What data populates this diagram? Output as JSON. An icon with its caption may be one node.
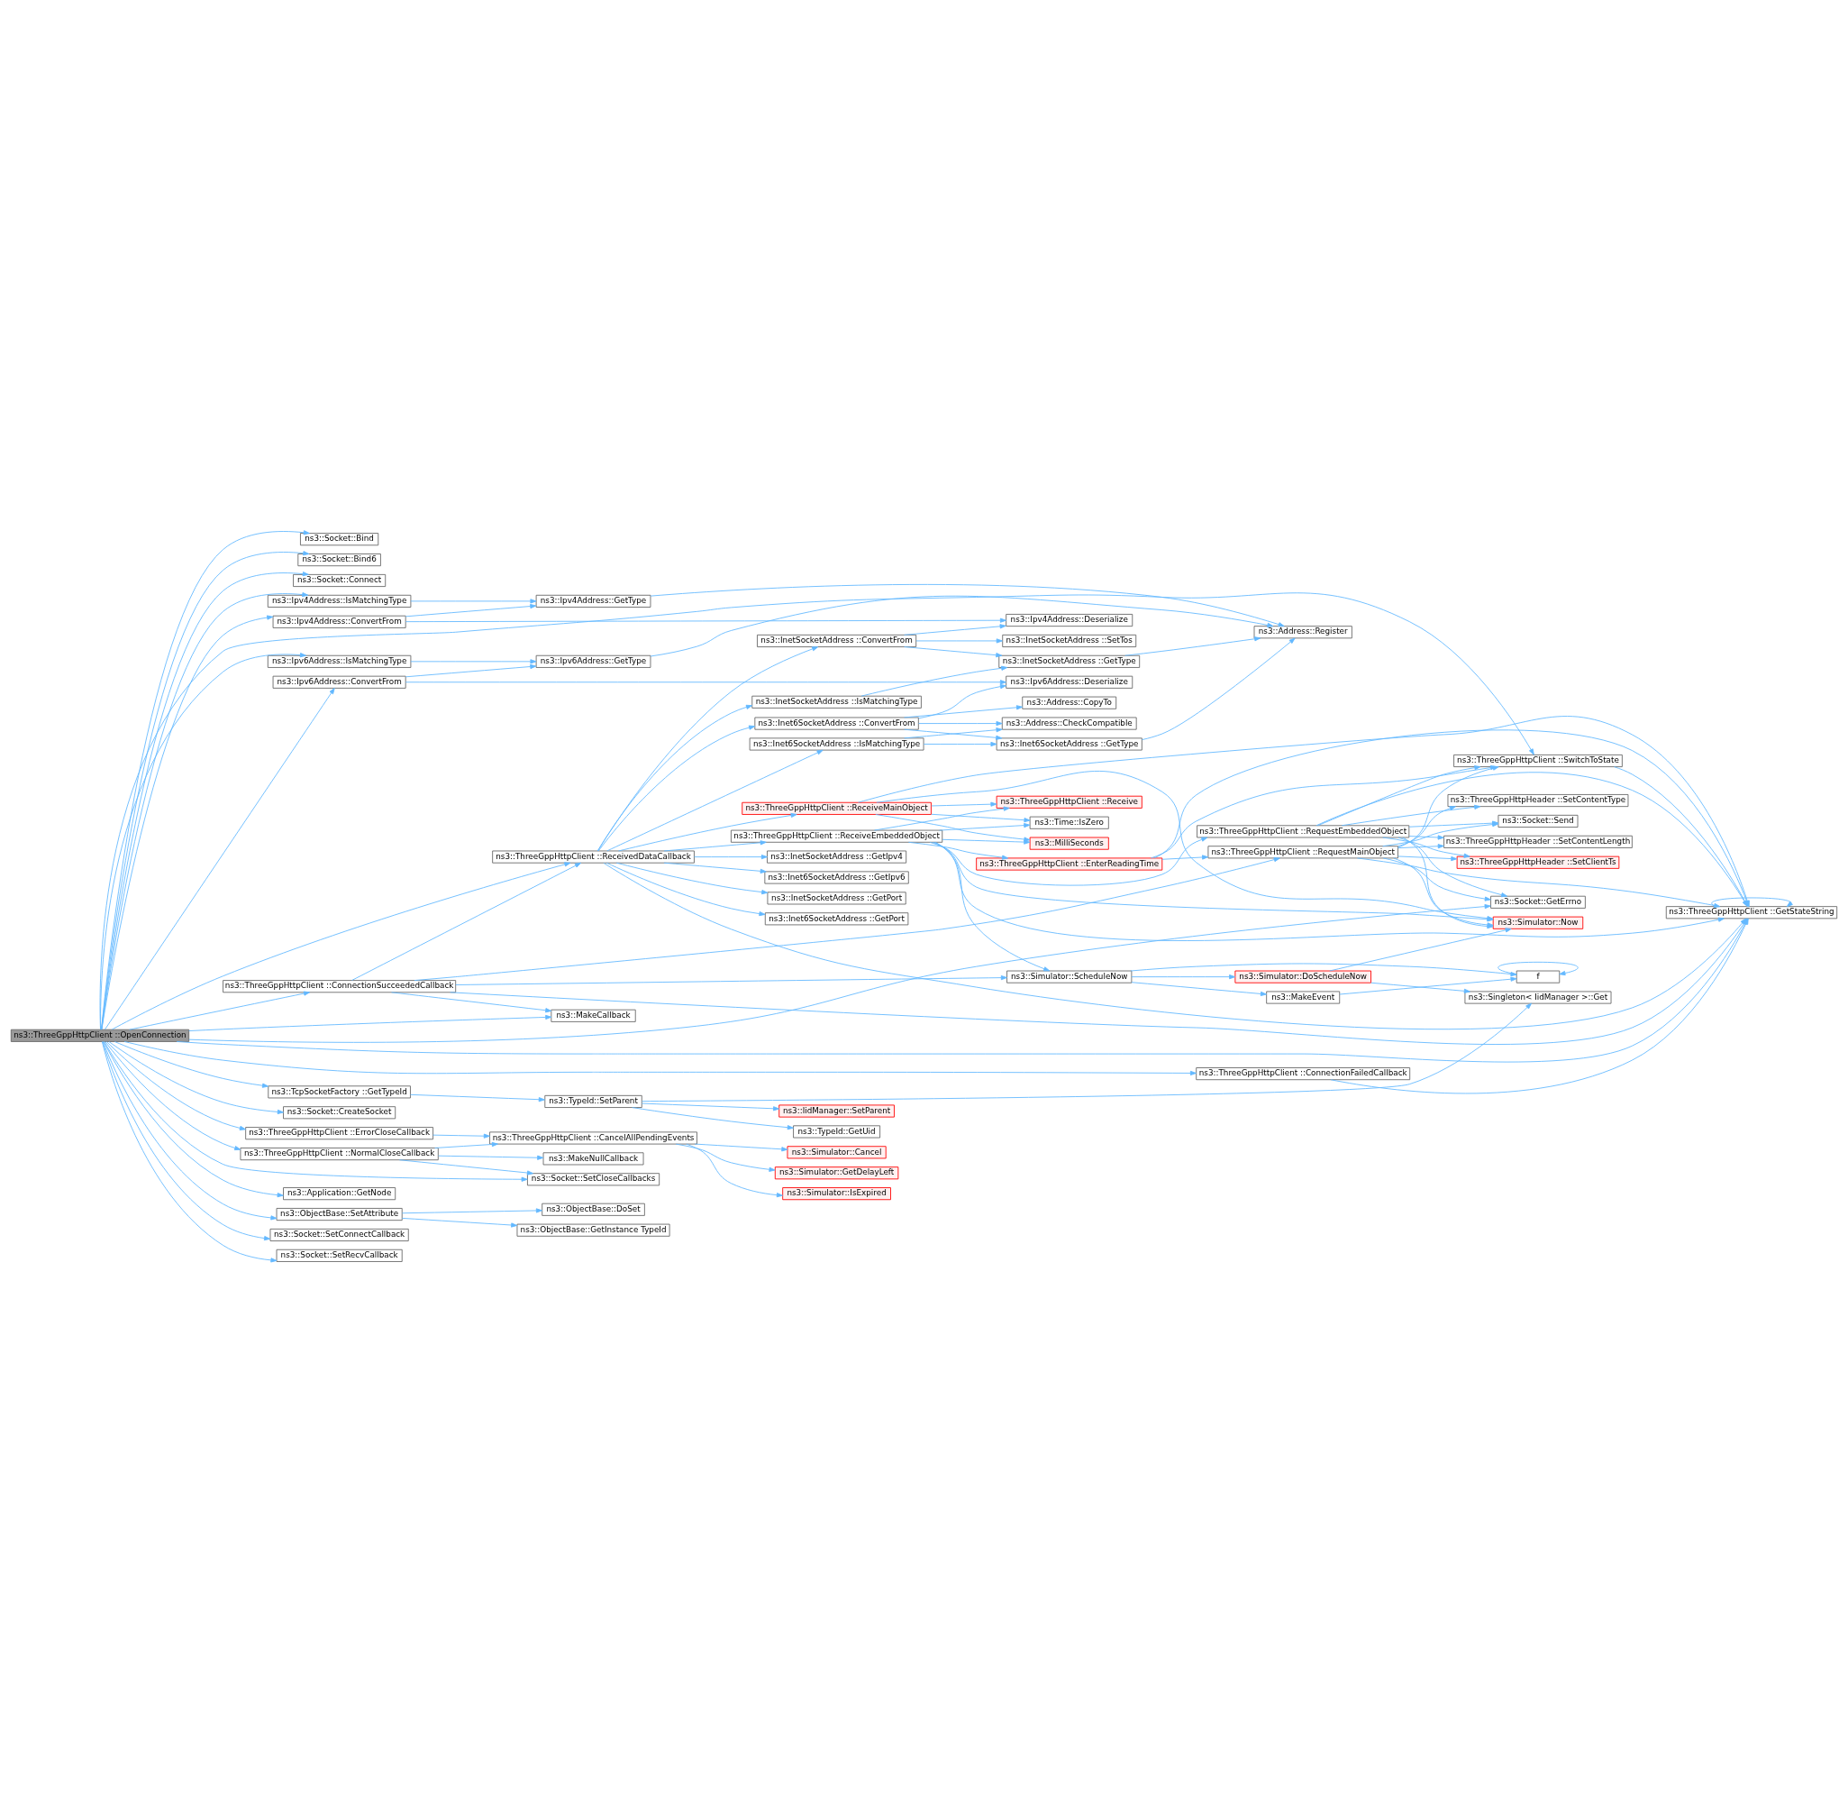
{
  "diagram": {
    "nodes": [
      {
        "text": [
          "ns3::ThreeGppHttpClient ::OpenConnection"
        ]
      },
      {
        "text": [
          "ns3::Socket::Bind"
        ]
      },
      {
        "text": [
          "ns3::Socket::Bind6"
        ]
      },
      {
        "text": [
          "ns3::Socket::Connect"
        ]
      },
      {
        "text": [
          "ns3::Ipv6Address::IsMatchingType"
        ]
      },
      {
        "text": [
          "ns3::Ipv6Address::ConvertFrom"
        ]
      },
      {
        "text": [
          "ns3::Ipv4Address::IsMatchingType"
        ]
      },
      {
        "text": [
          "ns3::Ipv4Address::ConvertFrom"
        ]
      },
      {
        "text": [
          "ns3::ThreeGppHttpClient ::ReceivedDataCallback"
        ]
      },
      {
        "text": [
          "ns3::ThreeGppHttpClient ::ConnectionSucceededCallback"
        ]
      },
      {
        "text": [
          "ns3::TcpSocketFactory ::GetTypeId"
        ]
      },
      {
        "text": [
          "ns3::Socket::CreateSocket"
        ]
      },
      {
        "text": [
          "ns3::ThreeGppHttpClient ::ErrorCloseCallback"
        ]
      },
      {
        "text": [
          "ns3::ThreeGppHttpClient ::NormalCloseCallback"
        ]
      },
      {
        "text": [
          "ns3::Application::GetNode"
        ]
      },
      {
        "text": [
          "ns3::ObjectBase::SetAttribute"
        ]
      },
      {
        "text": [
          "ns3::Socket::SetConnectCallback"
        ]
      },
      {
        "text": [
          "ns3::Socket::SetRecvCallback"
        ]
      },
      {
        "text": [
          "ns3::Ipv6Address::GetType"
        ]
      },
      {
        "text": [
          "ns3::Ipv4Address::GetType"
        ]
      },
      {
        "text": [
          "ns3::Inet6SocketAddress ::ConvertFrom"
        ]
      },
      {
        "text": [
          "ns3::Inet6SocketAddress ::IsMatchingType"
        ]
      },
      {
        "text": [
          "ns3::InetSocketAddress ::IsMatchingType"
        ]
      },
      {
        "text": [
          "ns3::Inet6SocketAddress ::GetPort"
        ]
      },
      {
        "text": [
          "ns3::InetSocketAddress ::ConvertFrom"
        ]
      },
      {
        "text": [
          "ns3::ThreeGppHttpClient ::ReceiveEmbeddedObject"
        ]
      },
      {
        "text": [
          "ns3::ThreeGppHttpClient ::ReceiveMainObject"
        ]
      },
      {
        "text": [
          "ns3::InetSocketAddress ::GetIpv4"
        ]
      },
      {
        "text": [
          "ns3::Inet6SocketAddress ::GetIpv6"
        ]
      },
      {
        "text": [
          "ns3::InetSocketAddress ::GetPort"
        ]
      },
      {
        "text": [
          "ns3::MakeCallback"
        ]
      },
      {
        "text": [
          "ns3::TypeId::SetParent"
        ]
      },
      {
        "text": [
          "ns3::ThreeGppHttpClient ::CancelAllPendingEvents"
        ]
      },
      {
        "text": [
          "ns3::MakeNullCallback"
        ]
      },
      {
        "text": [
          "ns3::Socket::SetCloseCallbacks"
        ]
      },
      {
        "text": [
          "ns3::ObjectBase::GetInstance TypeId"
        ]
      },
      {
        "text": [
          "ns3::ObjectBase::DoSet"
        ]
      },
      {
        "text": [
          "ns3::Ipv6Address::Deserialize"
        ]
      },
      {
        "text": [
          "ns3::Address::CopyTo"
        ]
      },
      {
        "text": [
          "ns3::Address::CheckCompatible"
        ]
      },
      {
        "text": [
          "ns3::Inet6SocketAddress ::GetType"
        ]
      },
      {
        "text": [
          "ns3::Ipv4Address::Deserialize"
        ]
      },
      {
        "text": [
          "ns3::InetSocketAddress ::GetType"
        ]
      },
      {
        "text": [
          "ns3::InetSocketAddress ::SetTos"
        ]
      },
      {
        "text": [
          "ns3::ThreeGppHttpClient ::EnterReadingTime"
        ]
      },
      {
        "text": [
          "ns3::ThreeGppHttpClient ::Receive"
        ]
      },
      {
        "text": [
          "ns3::Time::IsZero"
        ]
      },
      {
        "text": [
          "ns3::MilliSeconds"
        ]
      },
      {
        "text": [
          "ns3::Simulator::ScheduleNow"
        ]
      },
      {
        "text": [
          "ns3::TypeId::GetUid"
        ]
      },
      {
        "text": [
          "ns3::IidManager::SetParent"
        ]
      },
      {
        "text": [
          "ns3::Simulator::Cancel"
        ]
      },
      {
        "text": [
          "ns3::Simulator::GetDelayLeft"
        ]
      },
      {
        "text": [
          "ns3::Simulator::IsExpired"
        ]
      },
      {
        "text": [
          "ns3::ThreeGppHttpClient ::ConnectionFailedCallback"
        ]
      },
      {
        "text": [
          "ns3::Address::Register"
        ]
      },
      {
        "text": [
          "ns3::ThreeGppHttpClient ::RequestEmbeddedObject"
        ]
      },
      {
        "text": [
          "ns3::ThreeGppHttpClient ::RequestMainObject"
        ]
      },
      {
        "text": [
          "ns3::MakeEvent"
        ]
      },
      {
        "text": [
          "ns3::Simulator::DoScheduleNow"
        ]
      },
      {
        "text": [
          "ns3::ThreeGppHttpClient ::SwitchToState"
        ]
      },
      {
        "text": [
          "ns3::ThreeGppHttpHeader ::SetContentLength"
        ]
      },
      {
        "text": [
          "ns3::ThreeGppHttpHeader ::SetContentType"
        ]
      },
      {
        "text": [
          "ns3::Socket::Send"
        ]
      },
      {
        "text": [
          "ns3::ThreeGppHttpHeader ::SetClientTs"
        ]
      },
      {
        "text": [
          "ns3::Socket::GetErrno"
        ]
      },
      {
        "text": [
          "ns3::Simulator::Now"
        ]
      },
      {
        "text": [
          "f"
        ]
      },
      {
        "text": [
          "ns3::Singleton< IidManager >::Get"
        ]
      },
      {
        "text": [
          "ns3::ThreeGppHttpClient ::GetStateString"
        ]
      }
    ],
    "edges": [
      {
        "from": 0,
        "to": 1,
        "arrow": "to"
      },
      {
        "from": 0,
        "to": 2,
        "arrow": "to"
      },
      {
        "from": 0,
        "to": 3,
        "arrow": "to"
      },
      {
        "from": 0,
        "to": 4,
        "arrow": "to"
      },
      {
        "from": 0,
        "to": 5,
        "arrow": "to"
      },
      {
        "from": 0,
        "to": 60,
        "arrow": "to"
      },
      {
        "from": 0,
        "to": 6,
        "arrow": "to"
      },
      {
        "from": 0,
        "to": 7,
        "arrow": "to"
      },
      {
        "from": 0,
        "to": 8,
        "arrow": "to"
      },
      {
        "from": 0,
        "to": 9,
        "arrow": "to"
      },
      {
        "from": 0,
        "to": 30,
        "arrow": "to"
      },
      {
        "from": 0,
        "to": 65,
        "arrow": "to"
      },
      {
        "from": 0,
        "to": 69,
        "arrow": "to"
      },
      {
        "from": 0,
        "to": 10,
        "arrow": "to"
      },
      {
        "from": 0,
        "to": 54,
        "arrow": "to"
      },
      {
        "from": 0,
        "to": 11,
        "arrow": "to"
      },
      {
        "from": 0,
        "to": 12,
        "arrow": "to"
      },
      {
        "from": 0,
        "to": 13,
        "arrow": "to"
      },
      {
        "from": 0,
        "to": 34,
        "arrow": "to"
      },
      {
        "from": 0,
        "to": 14,
        "arrow": "to"
      },
      {
        "from": 0,
        "to": 15,
        "arrow": "to"
      },
      {
        "from": 0,
        "to": 16,
        "arrow": "to"
      },
      {
        "from": 0,
        "to": 17,
        "arrow": "to"
      },
      {
        "from": 4,
        "to": 18,
        "arrow": "to"
      },
      {
        "from": 5,
        "to": 18,
        "arrow": "to"
      },
      {
        "from": 5,
        "to": 37,
        "arrow": "to"
      },
      {
        "from": 18,
        "to": 55,
        "arrow": "to"
      },
      {
        "from": 6,
        "to": 19,
        "arrow": "to"
      },
      {
        "from": 7,
        "to": 19,
        "arrow": "to"
      },
      {
        "from": 7,
        "to": 41,
        "arrow": "to"
      },
      {
        "from": 19,
        "to": 55,
        "arrow": "to"
      },
      {
        "from": 8,
        "to": 20,
        "arrow": "to"
      },
      {
        "from": 8,
        "to": 21,
        "arrow": "to"
      },
      {
        "from": 8,
        "to": 22,
        "arrow": "to"
      },
      {
        "from": 8,
        "to": 23,
        "arrow": "to"
      },
      {
        "from": 8,
        "to": 24,
        "arrow": "to"
      },
      {
        "from": 8,
        "to": 25,
        "arrow": "to"
      },
      {
        "from": 8,
        "to": 26,
        "arrow": "to"
      },
      {
        "from": 8,
        "to": 27,
        "arrow": "to"
      },
      {
        "from": 8,
        "to": 28,
        "arrow": "to"
      },
      {
        "from": 8,
        "to": 29,
        "arrow": "to"
      },
      {
        "from": 8,
        "to": 69,
        "arrow": "to"
      },
      {
        "from": 9,
        "to": 8,
        "arrow": "to"
      },
      {
        "from": 9,
        "to": 57,
        "arrow": "to"
      },
      {
        "from": 9,
        "to": 48,
        "arrow": "to"
      },
      {
        "from": 9,
        "to": 30,
        "arrow": "to"
      },
      {
        "from": 9,
        "to": 69,
        "arrow": "to"
      },
      {
        "from": 10,
        "to": 31,
        "arrow": "to"
      },
      {
        "from": 31,
        "to": 68,
        "arrow": "to"
      },
      {
        "from": 31,
        "to": 49,
        "arrow": "to"
      },
      {
        "from": 31,
        "to": 50,
        "arrow": "to"
      },
      {
        "from": 12,
        "to": 32,
        "arrow": "to"
      },
      {
        "from": 13,
        "to": 32,
        "arrow": "to"
      },
      {
        "from": 13,
        "to": 33,
        "arrow": "to"
      },
      {
        "from": 13,
        "to": 34,
        "arrow": "to"
      },
      {
        "from": 15,
        "to": 35,
        "arrow": "to"
      },
      {
        "from": 15,
        "to": 36,
        "arrow": "to"
      },
      {
        "from": 32,
        "to": 51,
        "arrow": "to"
      },
      {
        "from": 32,
        "to": 52,
        "arrow": "to"
      },
      {
        "from": 32,
        "to": 53,
        "arrow": "to"
      },
      {
        "from": 20,
        "to": 37,
        "arrow": "to"
      },
      {
        "from": 20,
        "to": 38,
        "arrow": "to"
      },
      {
        "from": 20,
        "to": 39,
        "arrow": "to"
      },
      {
        "from": 20,
        "to": 40,
        "arrow": "to"
      },
      {
        "from": 21,
        "to": 39,
        "arrow": "to"
      },
      {
        "from": 21,
        "to": 40,
        "arrow": "to"
      },
      {
        "from": 40,
        "to": 55,
        "arrow": "to"
      },
      {
        "from": 22,
        "to": 42,
        "arrow": "to"
      },
      {
        "from": 24,
        "to": 41,
        "arrow": "to"
      },
      {
        "from": 24,
        "to": 42,
        "arrow": "to"
      },
      {
        "from": 24,
        "to": 43,
        "arrow": "to"
      },
      {
        "from": 42,
        "to": 55,
        "arrow": "to"
      },
      {
        "from": 25,
        "to": 69,
        "arrow": "to"
      },
      {
        "from": 25,
        "to": 44,
        "arrow": "to"
      },
      {
        "from": 25,
        "to": 56,
        "arrow": "to"
      },
      {
        "from": 25,
        "to": 66,
        "arrow": "to"
      },
      {
        "from": 25,
        "to": 45,
        "arrow": "to"
      },
      {
        "from": 25,
        "to": 46,
        "arrow": "to"
      },
      {
        "from": 25,
        "to": 47,
        "arrow": "to"
      },
      {
        "from": 25,
        "to": 48,
        "arrow": "to"
      },
      {
        "from": 26,
        "to": 45,
        "arrow": "to"
      },
      {
        "from": 26,
        "to": 46,
        "arrow": "to"
      },
      {
        "from": 26,
        "to": 47,
        "arrow": "to"
      },
      {
        "from": 26,
        "to": 66,
        "arrow": "to"
      },
      {
        "from": 26,
        "to": 69,
        "arrow": "to"
      },
      {
        "from": 44,
        "to": 69,
        "arrow": "to"
      },
      {
        "from": 44,
        "to": 60,
        "arrow": "to"
      },
      {
        "from": 44,
        "to": 57,
        "arrow": "to"
      },
      {
        "from": 56,
        "to": 60,
        "arrow": "to"
      },
      {
        "from": 56,
        "to": 69,
        "arrow": "to"
      },
      {
        "from": 56,
        "to": 61,
        "arrow": "to"
      },
      {
        "from": 56,
        "to": 62,
        "arrow": "to"
      },
      {
        "from": 56,
        "to": 63,
        "arrow": "to"
      },
      {
        "from": 56,
        "to": 64,
        "arrow": "to"
      },
      {
        "from": 56,
        "to": 65,
        "arrow": "to"
      },
      {
        "from": 56,
        "to": 66,
        "arrow": "to"
      },
      {
        "from": 57,
        "to": 60,
        "arrow": "to"
      },
      {
        "from": 57,
        "to": 61,
        "arrow": "to"
      },
      {
        "from": 57,
        "to": 62,
        "arrow": "to"
      },
      {
        "from": 57,
        "to": 63,
        "arrow": "to"
      },
      {
        "from": 57,
        "to": 64,
        "arrow": "to"
      },
      {
        "from": 57,
        "to": 65,
        "arrow": "to"
      },
      {
        "from": 57,
        "to": 66,
        "arrow": "to"
      },
      {
        "from": 57,
        "to": 69,
        "arrow": "to"
      },
      {
        "from": 48,
        "to": 58,
        "arrow": "to"
      },
      {
        "from": 48,
        "to": 67,
        "arrow": "to"
      },
      {
        "from": 48,
        "to": 59,
        "arrow": "to"
      },
      {
        "from": 58,
        "to": 67,
        "arrow": "to"
      },
      {
        "from": 67,
        "to": 67,
        "arrow": "to"
      },
      {
        "from": 59,
        "to": 66,
        "arrow": "to"
      },
      {
        "from": 59,
        "to": 68,
        "arrow": "to"
      },
      {
        "from": 60,
        "to": 69,
        "arrow": "to"
      },
      {
        "from": 69,
        "to": 69,
        "arrow": "to"
      },
      {
        "from": 54,
        "to": 69,
        "arrow": "to"
      }
    ]
  }
}
